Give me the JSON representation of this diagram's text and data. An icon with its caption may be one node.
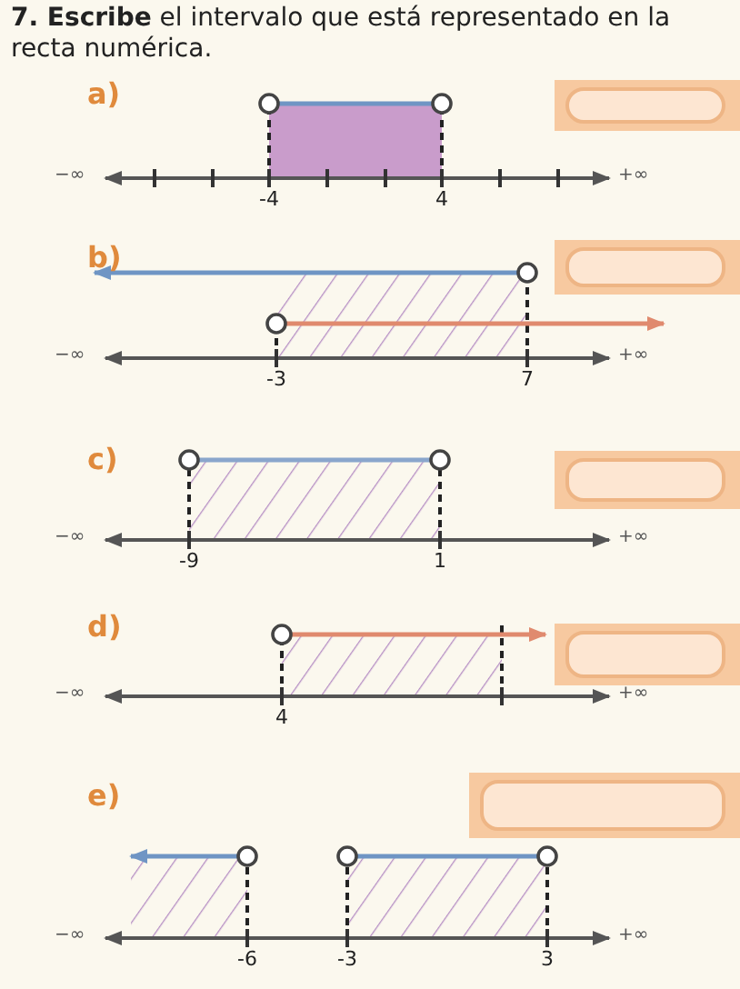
{
  "diagram": {
    "title": "**7. Escribe** el intervalo que está representado en la recta numérica.",
    "labels": [
      "a)",
      "−∞",
      "+∞",
      "-4",
      "4",
      "b)",
      "−∞",
      "+∞",
      "-3",
      "7",
      "c)",
      "−∞",
      "+∞",
      "-9",
      "1",
      "d)",
      "−∞",
      "+∞",
      "4",
      "e)",
      "−∞",
      "+∞",
      "-6",
      "-3",
      "3"
    ]
  }
}
